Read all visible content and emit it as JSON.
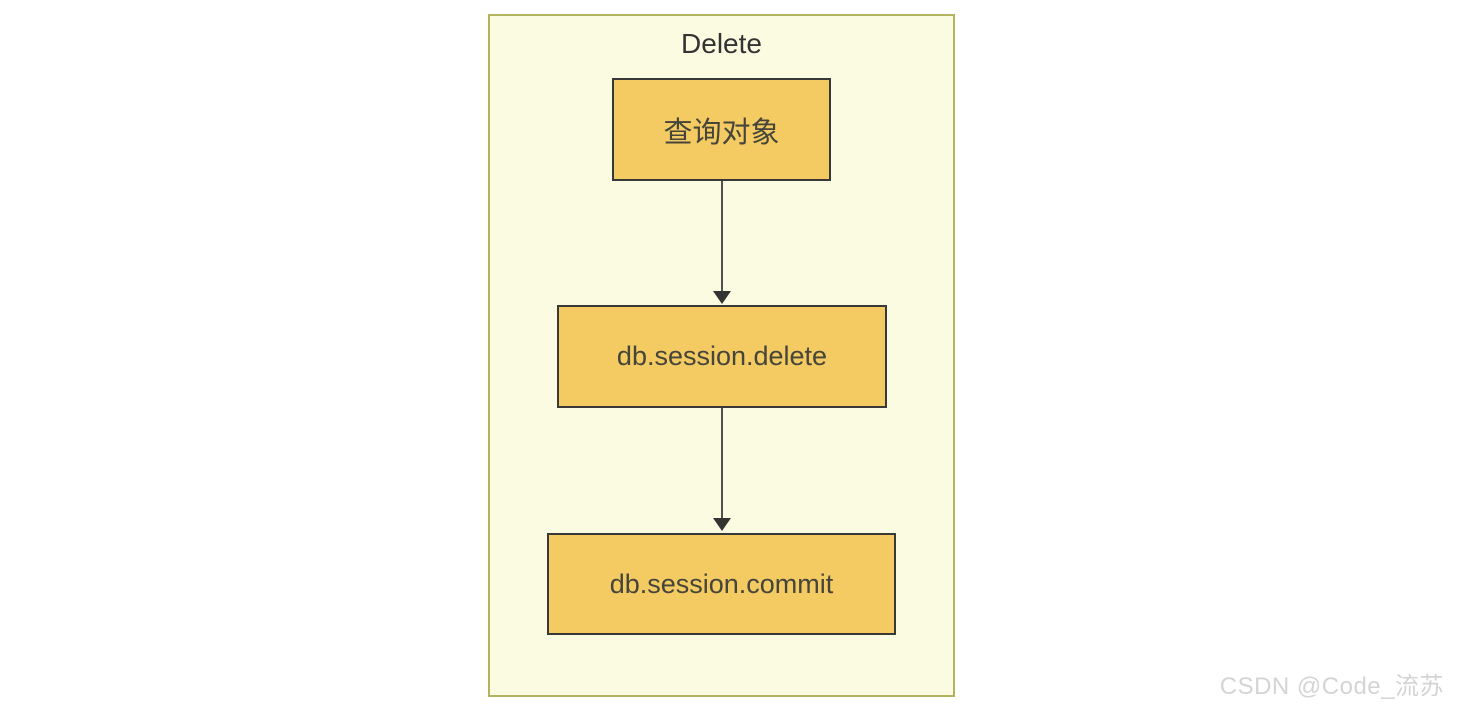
{
  "diagram": {
    "type": "flowchart",
    "direction": "top-down",
    "subgraph_title": "Delete",
    "nodes": [
      {
        "id": "query",
        "label": "查询对象"
      },
      {
        "id": "delete",
        "label": "db.session.delete"
      },
      {
        "id": "commit",
        "label": "db.session.commit"
      }
    ],
    "edges": [
      {
        "from": "query",
        "to": "delete"
      },
      {
        "from": "delete",
        "to": "commit"
      }
    ],
    "colors": {
      "container_fill": "#fbfbe2",
      "container_border": "#b2b25f",
      "node_fill": "#f4ca62",
      "node_border": "#383838",
      "node_text": "#45453a",
      "title_text": "#333333",
      "arrow": "#333333"
    }
  },
  "watermark": {
    "text": "CSDN @Code_流苏",
    "color": "#d4d4d4"
  }
}
